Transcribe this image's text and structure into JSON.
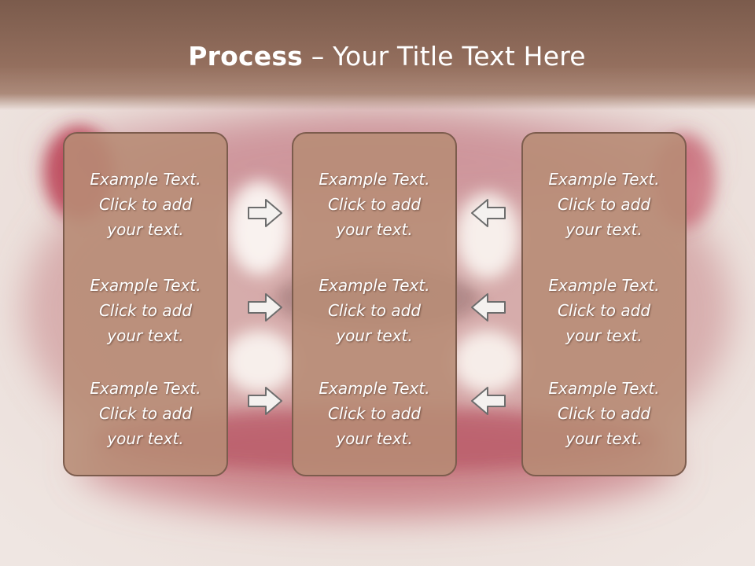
{
  "slide": {
    "title_bold": "Process",
    "title_rest": " – Your Title Text Here"
  },
  "columns": [
    {
      "items": [
        {
          "line1": "Example Text.",
          "line2": "Click  to add",
          "line3": "your text."
        },
        {
          "line1": "Example Text.",
          "line2": "Click  to add",
          "line3": "your text."
        },
        {
          "line1": "Example Text.",
          "line2": "Click  to add",
          "line3": "your text."
        }
      ]
    },
    {
      "items": [
        {
          "line1": "Example Text.",
          "line2": "Click  to add",
          "line3": "your text."
        },
        {
          "line1": "Example Text.",
          "line2": "Click  to add",
          "line3": "your text."
        },
        {
          "line1": "Example Text.",
          "line2": "Click  to add",
          "line3": "your text."
        }
      ]
    },
    {
      "items": [
        {
          "line1": "Example Text.",
          "line2": "Click  to add",
          "line3": "your text."
        },
        {
          "line1": "Example Text.",
          "line2": "Click  to add",
          "line3": "your text."
        },
        {
          "line1": "Example Text.",
          "line2": "Click  to add",
          "line3": "your text."
        }
      ]
    }
  ],
  "arrows": {
    "left_group": "right-arrow-icon",
    "right_group": "left-arrow-icon"
  },
  "colors": {
    "title_band": "#7b5b4c",
    "panel_fill": "#b78c75",
    "panel_border": "#7c5c4d",
    "arrow_fill": "#f4f1ef",
    "arrow_stroke": "#6d6d6d"
  }
}
